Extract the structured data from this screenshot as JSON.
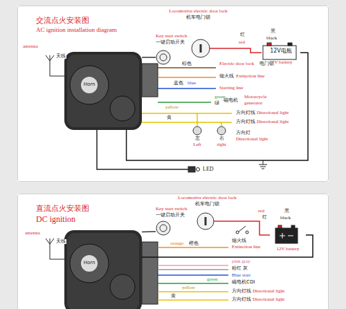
{
  "diagram": {
    "nodes": [
      {
        "text": [
          "交流点火安装图",
          "AC ignition installation diagram"
        ]
      },
      {
        "text": [
          "Horn"
        ],
        "in": 0
      },
      {
        "text": [
          "Key start switch",
          "一键启动开关"
        ],
        "in": 0
      },
      {
        "text": [
          "Locomotive electric door lock",
          "机车电门锁"
        ],
        "in": 0
      },
      {
        "text": [
          "12V电瓶",
          "12V battery"
        ],
        "in": 0
      },
      {
        "text": [
          "左",
          "Left"
        ],
        "in": 0
      },
      {
        "text": [
          "右",
          "right"
        ],
        "in": 0
      },
      {
        "text": [
          "直流点火安装图",
          "DC ignition"
        ]
      },
      {
        "text": [
          "Horn"
        ],
        "in": 7
      },
      {
        "text": [
          "Key start switch",
          "一键启动开关"
        ],
        "in": 7
      },
      {
        "text": [
          "Locomotive electric door lock",
          "机车电门锁"
        ],
        "in": 7
      },
      {
        "text": [
          "12V battery"
        ],
        "in": 7
      }
    ],
    "edges": [
      {
        "from": 1,
        "to": 2,
        "arrow": "none"
      },
      {
        "from": 3,
        "to": 4,
        "arrow": "none"
      },
      {
        "from": 1,
        "to": 4,
        "arrow": "none"
      },
      {
        "from": 1,
        "to": 5,
        "arrow": "none"
      },
      {
        "from": 1,
        "to": 6,
        "arrow": "none"
      },
      {
        "from": 8,
        "to": 9,
        "arrow": "none"
      },
      {
        "from": 10,
        "to": 11,
        "arrow": "none"
      },
      {
        "from": 8,
        "to": 11,
        "arrow": "none"
      }
    ],
    "labels": [
      "antenna",
      "天线",
      "red",
      "红",
      "black",
      "黑",
      "棕色",
      "Electric door lock",
      "电门锁",
      "熄火线",
      "Extinction line",
      "蓝色",
      "blue",
      "Starting line",
      "green",
      "绿",
      "磁电机",
      "Motorcycle",
      "generator",
      "yellow",
      "黄",
      "方向灯线",
      "Directional light",
      "方向灯线",
      "Directional light",
      "方向灯",
      "Directional light",
      "LED",
      "antenna",
      "天线",
      "red",
      "红",
      "black",
      "黑",
      "orange",
      "橙色",
      "熄火线",
      "Extinction line",
      "pink gray",
      "粉红 灰",
      "Blue start",
      "green",
      "磁电机CDI",
      "yellow",
      "黄",
      "方向灯线",
      "Directional light",
      "方向灯线",
      "Directional light"
    ]
  }
}
